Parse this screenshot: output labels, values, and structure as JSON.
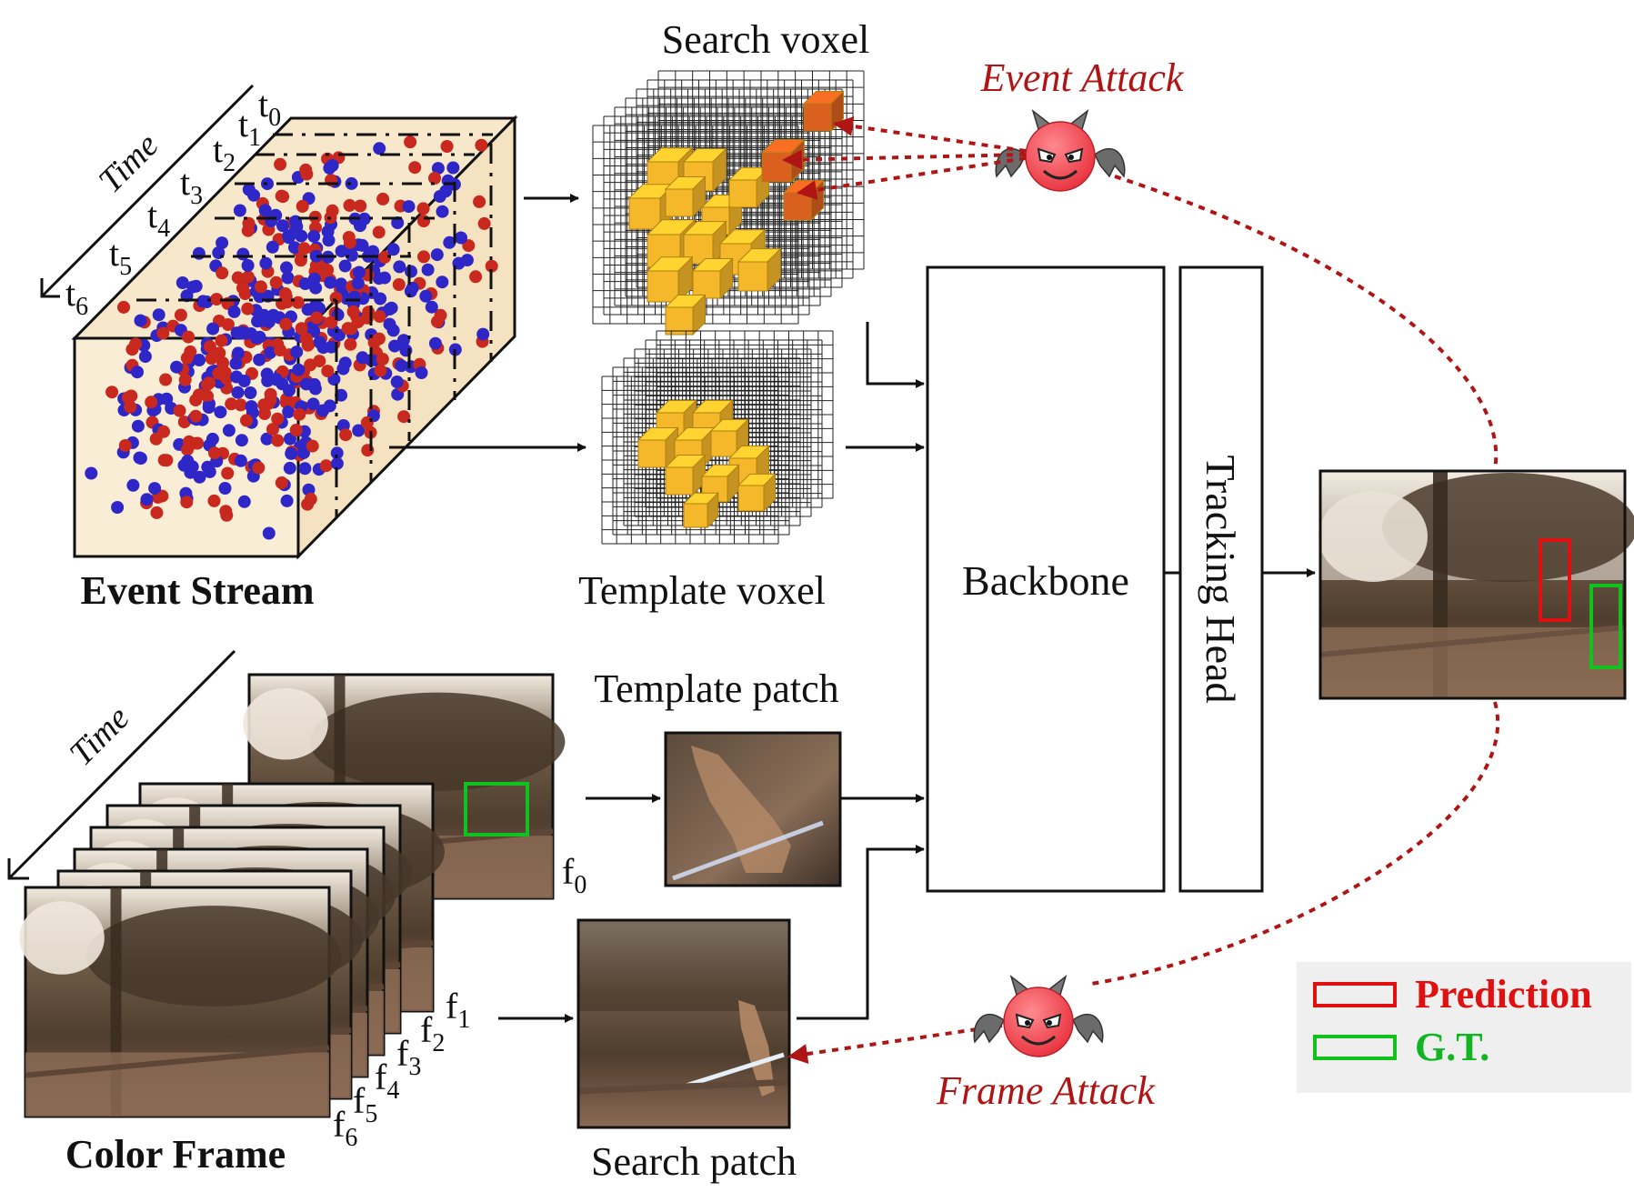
{
  "event": {
    "time_label": "Time",
    "time_ticks": [
      "t",
      "t",
      "t",
      "t",
      "t",
      "t",
      "t"
    ],
    "time_subs": [
      "0",
      "1",
      "2",
      "3",
      "4",
      "5",
      "6"
    ],
    "stream_label": "Event Stream",
    "colors": {
      "positive": "#c8281e",
      "negative": "#2f26c8",
      "cube_face": "#faedd6"
    }
  },
  "voxels": {
    "search_label": "Search voxel",
    "template_label": "Template voxel",
    "cube_color": "#f5b82a",
    "attacked_color": "#d9601f"
  },
  "frames": {
    "time_label": "Time",
    "frame_letters": [
      "f",
      "f",
      "f",
      "f",
      "f",
      "f",
      "f"
    ],
    "frame_subs": [
      "0",
      "1",
      "2",
      "3",
      "4",
      "5",
      "6"
    ],
    "label": "Color Frame"
  },
  "patches": {
    "template_label": "Template patch",
    "search_label": "Search patch"
  },
  "model": {
    "backbone_label": "Backbone",
    "head_label": "Tracking Head"
  },
  "attacks": {
    "event_label": "Event Attack",
    "frame_label": "Frame Attack",
    "color": "#b01515"
  },
  "legend": {
    "prediction_label": "Prediction",
    "gt_label": "G.T.",
    "prediction_color": "#e01010",
    "gt_color": "#11b522"
  }
}
